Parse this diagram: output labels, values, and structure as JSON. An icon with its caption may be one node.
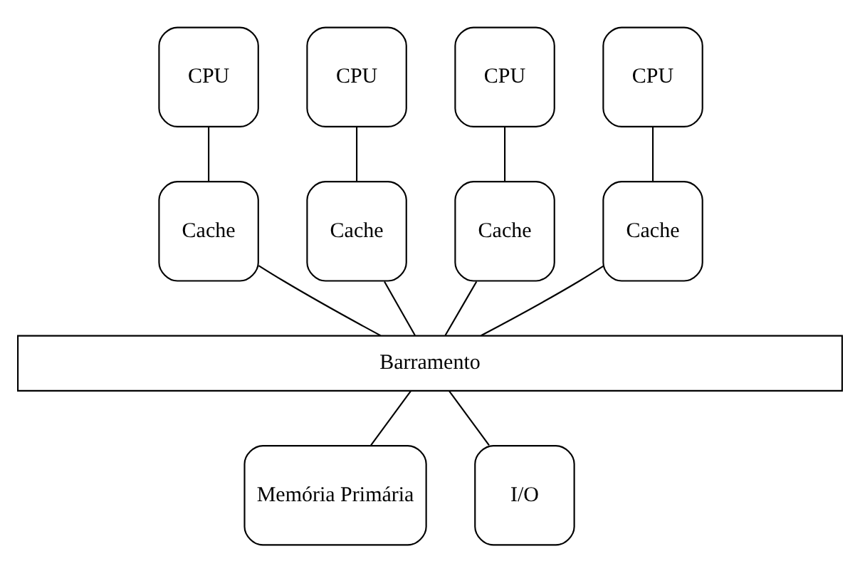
{
  "diagram": {
    "nodes": [
      {
        "text": [
          "CPU"
        ]
      },
      {
        "text": [
          "CPU"
        ]
      },
      {
        "text": [
          "CPU"
        ]
      },
      {
        "text": [
          "CPU"
        ]
      },
      {
        "text": [
          "Cache"
        ]
      },
      {
        "text": [
          "Cache"
        ]
      },
      {
        "text": [
          "Cache"
        ]
      },
      {
        "text": [
          "Cache"
        ]
      },
      {
        "text": [
          "Barramento"
        ]
      },
      {
        "text": [
          "Memória Primária"
        ]
      },
      {
        "text": [
          "I/O"
        ]
      }
    ],
    "edges": [
      {
        "from": 0,
        "to": 4,
        "arrow": "none"
      },
      {
        "from": 1,
        "to": 5,
        "arrow": "none"
      },
      {
        "from": 2,
        "to": 6,
        "arrow": "none"
      },
      {
        "from": 3,
        "to": 7,
        "arrow": "none"
      },
      {
        "from": 4,
        "to": 8,
        "arrow": "none"
      },
      {
        "from": 5,
        "to": 8,
        "arrow": "none"
      },
      {
        "from": 6,
        "to": 8,
        "arrow": "none"
      },
      {
        "from": 7,
        "to": 8,
        "arrow": "none"
      },
      {
        "from": 8,
        "to": 9,
        "arrow": "none"
      },
      {
        "from": 8,
        "to": 10,
        "arrow": "none"
      }
    ]
  }
}
